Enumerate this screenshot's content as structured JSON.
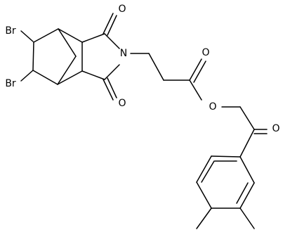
{
  "molecule": {
    "atoms": {
      "br_top": "Br",
      "br_bottom": "Br",
      "n_imide": "N",
      "o_imide_top": "O",
      "o_imide_bottom": "O",
      "o_ester_carbonyl": "O",
      "o_ester": "O",
      "o_ketone": "O"
    }
  },
  "colors": {
    "bond": "#000000",
    "text": "#000000",
    "background": "#ffffff"
  }
}
